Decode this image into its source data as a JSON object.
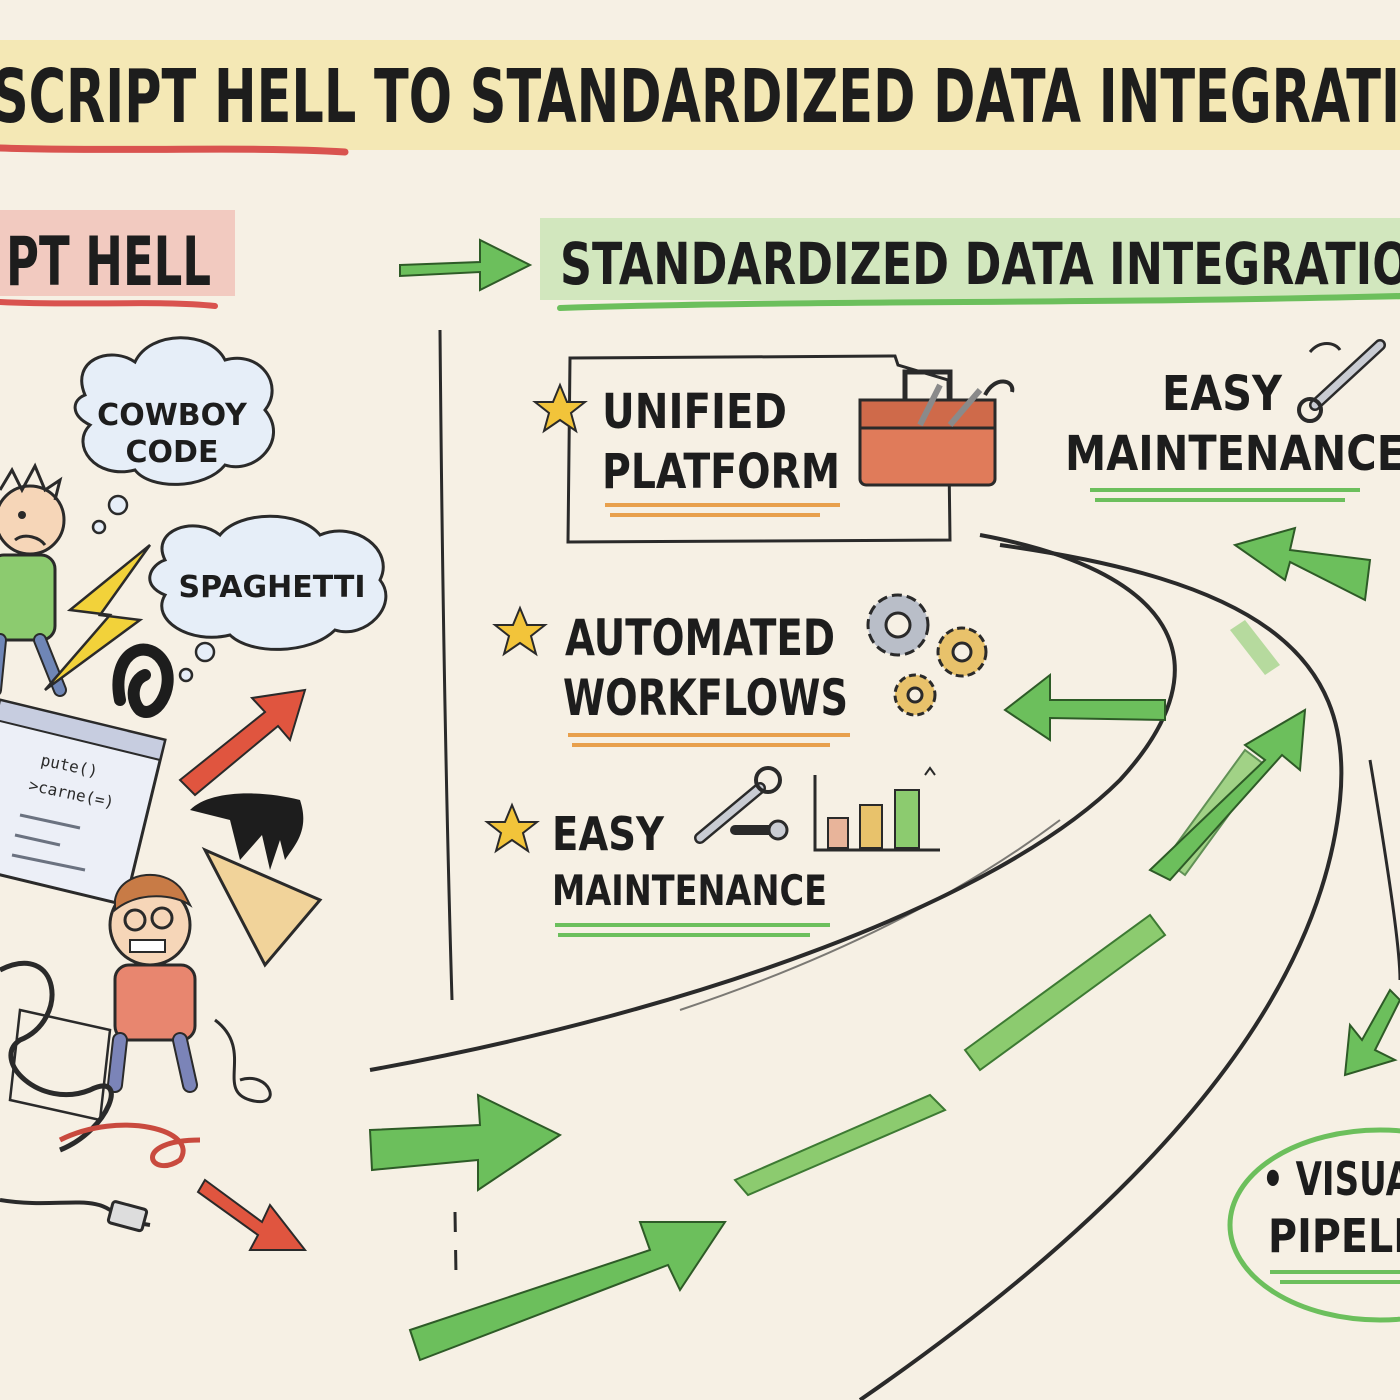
{
  "title": "SCRIPT HELL TO STANDARDIZED DATA INTEGRATI",
  "left": {
    "heading": "PT HELL",
    "bubbles": {
      "cowboy_line1": "COWBOY",
      "cowboy_line2": "CODE",
      "spaghetti": "SPAGHETTI"
    },
    "code_lines": [
      "pute()",
      ">carne(=)"
    ]
  },
  "right": {
    "heading": "STANDARDIZED DATA INTEGRATIO",
    "features": {
      "unified_line1": "UNIFIED",
      "unified_line2": "PLATFORM",
      "automated_line1": "AUTOMATED",
      "automated_line2": "WORKFLOWS",
      "easy_line1": "EASY",
      "easy_line2": "MAINTENANCE"
    },
    "top_right": {
      "line1": "EASY",
      "line2": "MAINTENANCE"
    },
    "visual": {
      "line1": "• VISUA",
      "line2": "PIPELI"
    }
  },
  "colors": {
    "background": "#f6f0e4",
    "green": "#6cbf5c",
    "red": "#e0553f",
    "orange": "#e8a04c",
    "star": "#f2c43a"
  }
}
